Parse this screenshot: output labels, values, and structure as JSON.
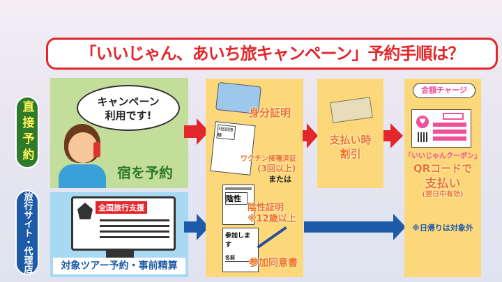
{
  "title": "「いいじゃん、あいち旅キャンペーン」予約手順は？",
  "labels": {
    "direct": "直接予約",
    "agency": "旅行サイト・代理店"
  },
  "direct": {
    "speech": [
      "キャンペーン",
      "利用です!"
    ],
    "caption": "宿を予約"
  },
  "agency": {
    "screen_label": "全国旅行支援",
    "caption": "対象ツアー予約・事前精算"
  },
  "step2": {
    "id": "身分証明",
    "vaccine_doc_header": "3回目接種",
    "vaccine": "ワクチン接種済証",
    "vaccine_sub": "(3回以上)",
    "or": "または",
    "negative_doc": "陰性",
    "negative": "陰性証明",
    "negative_sub": "※12歳以上",
    "consent_doc": "参加します",
    "consent_name": "名前",
    "consent": "参加同意書"
  },
  "step3": {
    "line1": "支払い時",
    "line2": "割引"
  },
  "step4": {
    "charge": "金額チャージ",
    "coupon": "「いいじゃんクーポン」",
    "qr": "QRコードで",
    "pay": "支払い",
    "valid": "(翌日中有効)",
    "note": "※日帰りは対象外"
  },
  "colors": {
    "red": "#e3262b",
    "orange": "#f0701a",
    "pink": "#f0509a",
    "blue": "#1d5aa8",
    "green": "#2f7a2a"
  }
}
